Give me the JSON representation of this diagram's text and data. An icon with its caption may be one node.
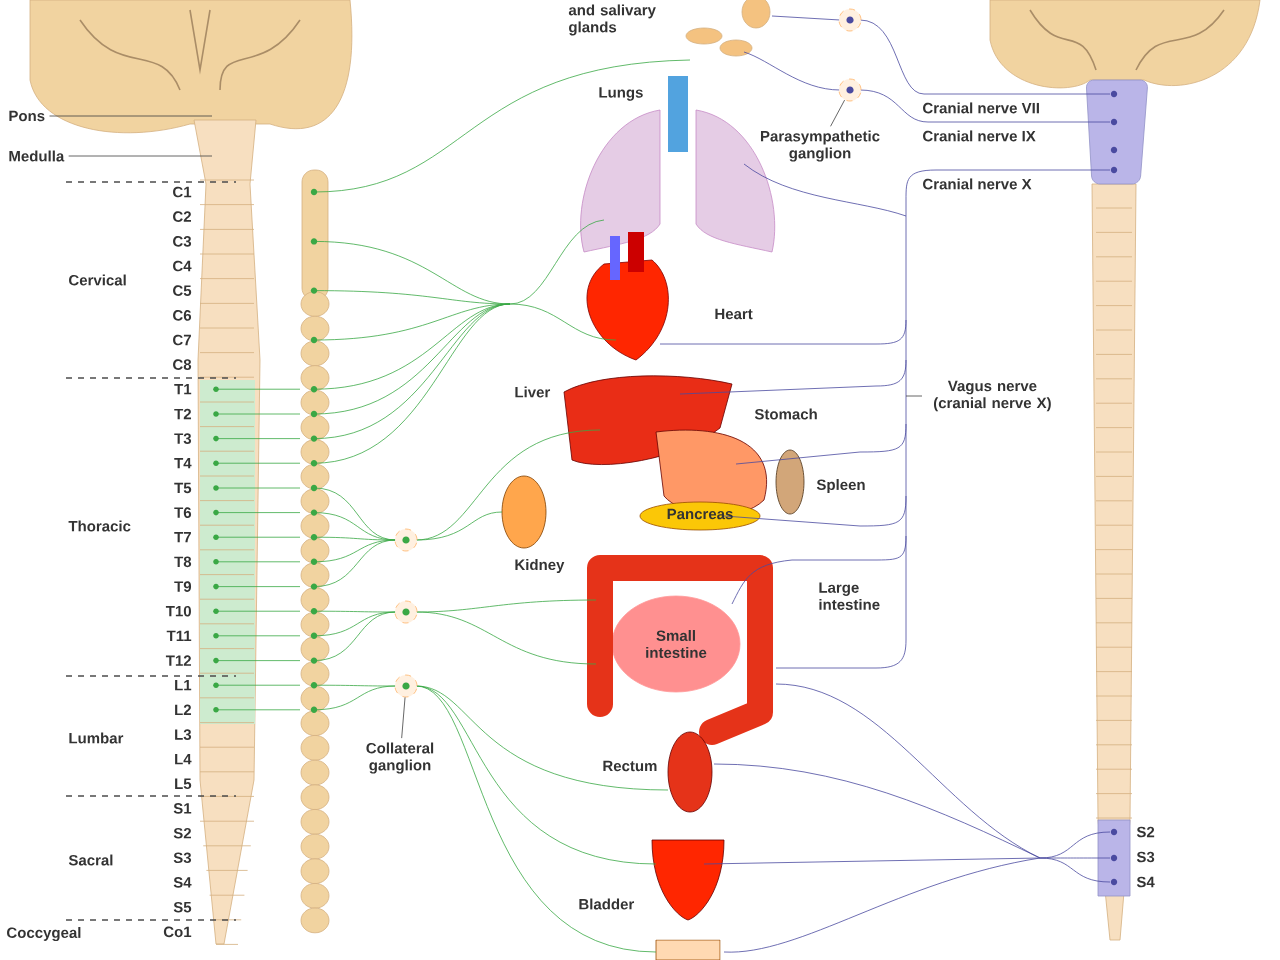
{
  "diagram": {
    "nodes": [
      {
        "text": [
          "Pons"
        ]
      },
      {
        "text": [
          "Medulla"
        ]
      },
      {
        "text": [
          "Parasympathetic ganglion"
        ]
      },
      {
        "text": [
          "Vagus nerve (cranial nerve X)"
        ]
      },
      {
        "text": [
          "Collateral ganglion"
        ]
      },
      {
        "text": [],
        "shape": "circle"
      },
      {
        "text": [],
        "shape": "circle"
      },
      {
        "text": [],
        "shape": "circle"
      },
      {
        "text": [],
        "shape": "circle"
      },
      {
        "text": [],
        "shape": "circle"
      }
    ],
    "edges": [
      {
        "from": 0,
        "to": null,
        "arrow": "none"
      },
      {
        "from": 1,
        "to": null,
        "arrow": "none"
      },
      {
        "from": 2,
        "to": 6,
        "arrow": "none"
      },
      {
        "from": 3,
        "to": null,
        "arrow": "none"
      },
      {
        "from": 4,
        "to": 9,
        "arrow": "none"
      }
    ],
    "labels": [
      "and salivary glands",
      "Lungs",
      "Cranial nerve VII",
      "Cranial nerve IX",
      "Cranial nerve X",
      "Heart",
      "Liver",
      "Stomach",
      "Spleen",
      "Pancreas",
      "Kidney",
      "Large intestine",
      "Small intestine",
      "Rectum",
      "Bladder",
      "Cervical",
      "Thoracic",
      "Lumbar",
      "Sacral",
      "Coccygeal",
      "C1",
      "C2",
      "C3",
      "C4",
      "C5",
      "C6",
      "C7",
      "C8",
      "T1",
      "T2",
      "T3",
      "T4",
      "T5",
      "T6",
      "T7",
      "T8",
      "T9",
      "T10",
      "T11",
      "T12",
      "L1",
      "L2",
      "L3",
      "L4",
      "L5",
      "S1",
      "S2",
      "S3",
      "S4",
      "S5",
      "Co1",
      "S2",
      "S3",
      "S4"
    ]
  }
}
